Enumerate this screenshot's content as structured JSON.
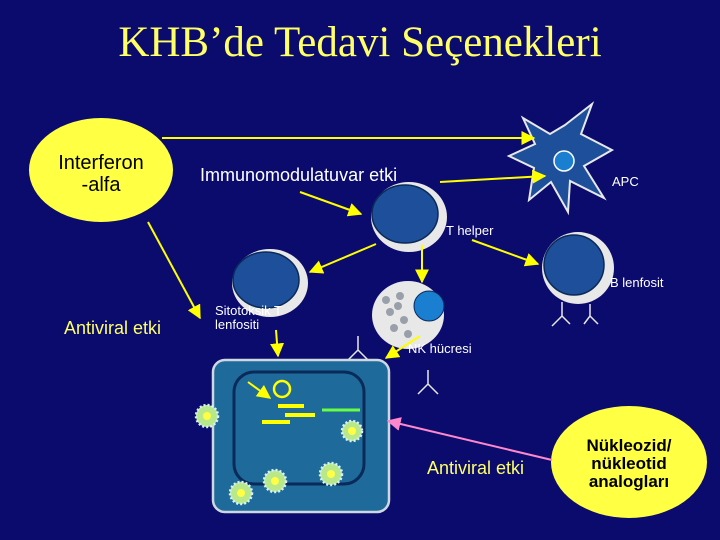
{
  "slide": {
    "title": "KHB’de Tedavi Seçenekleri"
  },
  "interferon": {
    "line1": "Interferon",
    "line2": "-alfa"
  },
  "labels": {
    "immuno": "Immunomodulatuvar etki",
    "apc": "APC",
    "t_helper": "T helper",
    "b_lenfosit": "B lenfosit",
    "antiviral_left": "Antiviral etki",
    "sitotoksik_line1": "Sitotoksik  T",
    "sitotoksik_line2": "lenfositi",
    "nk": "NK hücresi",
    "antiviral_bottom": "Antiviral etki"
  },
  "nukleozid": {
    "line1": "Nükleozid/",
    "line2": "nükleotid",
    "line3": "analogları"
  },
  "colors": {
    "background": "#0b0b6e",
    "title": "#ffff66",
    "ellipse_fill": "#ffff44",
    "cell_fill": "#1e4f9a",
    "nucleus_fill": "#1a7fd0",
    "virus_fill": "#b8e88a",
    "arrow": "#ffff00",
    "infected_cell": "#1e6a9a"
  }
}
